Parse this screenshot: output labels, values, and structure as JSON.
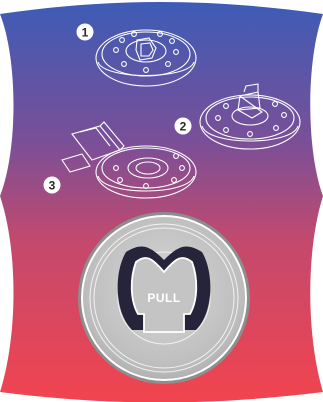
{
  "steps": [
    {
      "number": "1",
      "icon": "fuel-cap-closed-icon"
    },
    {
      "number": "2",
      "icon": "fuel-cap-lifted-icon"
    },
    {
      "number": "3",
      "icon": "fuel-cap-open-icon"
    }
  ],
  "cap_closeup": {
    "label": "PULL",
    "icon": "fuel-cap-pull-handle-icon"
  },
  "colors": {
    "background_top": "#3f5fb5",
    "background_mid": "#8a4f8e",
    "background_bottom": "#ef4550",
    "line_art": "#ffffff",
    "cap_rim": "#cfcfcf",
    "cap_dark": "#25243a"
  }
}
